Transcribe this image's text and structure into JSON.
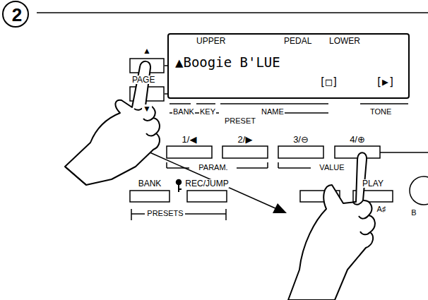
{
  "diagram": {
    "nodes": [
      {
        "text": [
          "2"
        ]
      },
      {
        "text": [
          "UPPER",
          "PEDAL",
          "LOWER",
          "▲Boogie B'LUE",
          "[□]",
          "[▶]",
          "BANK",
          "KEY",
          "NAME",
          "TONE",
          "PRESET"
        ]
      }
    ],
    "labels": [
      "▲",
      "PAGE",
      "▼",
      "1/◀",
      "2/▶",
      "3/⊖",
      "4/⊕",
      "PARAM.",
      "VALUE",
      "BANK",
      "REC/JUMP",
      "PLAY",
      "PRESETS",
      "A♯",
      "B"
    ]
  }
}
